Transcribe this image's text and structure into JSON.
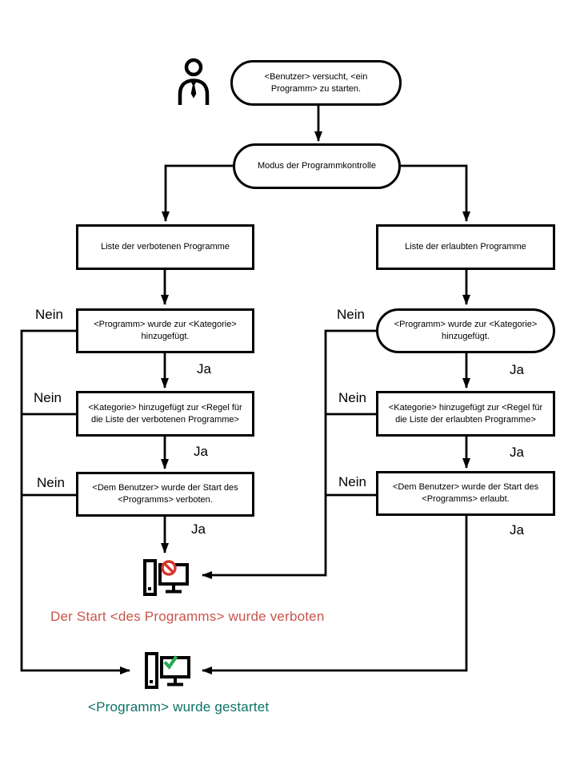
{
  "labels": {
    "yes": "Ja",
    "no": "Nein"
  },
  "nodes": {
    "start": "<Benutzer> versucht, <ein\nProgramm> zu starten.",
    "mode": "Modus der Programmkontrolle",
    "denied_list": "Liste der verbotenen Programme",
    "allowed_list": "Liste der erlaubten Programme",
    "denied_category": "<Programm> wurde zur <Kategorie>\nhinzugefügt.",
    "allowed_category": "<Programm> wurde zur <Kategorie>\nhinzugefügt.",
    "denied_rule": "<Kategorie> hinzugefügt zur <Regel für\ndie Liste der verbotenen Programme>",
    "allowed_rule": "<Kategorie> hinzugefügt zur <Regel für\ndie Liste der erlaubten Programme>",
    "denied_start": "<Dem Benutzer> wurde der Start des\n<Programms> verboten.",
    "allowed_start": "<Dem Benutzer> wurde der Start des\n<Programms> erlaubt."
  },
  "outcomes": {
    "blocked": "Der Start <des Programms> wurde verboten",
    "started": "<Programm> wurde gestartet"
  },
  "icons": {
    "user": "user-icon",
    "blocked_computer": "blocked-computer-icon",
    "allowed_computer": "allowed-computer-icon"
  },
  "colors": {
    "line": "#000000",
    "blocked_text": "#c9544d",
    "blocked_sign": "#d6352b",
    "allowed_text": "#0b7265",
    "allowed_check": "#27ab55"
  }
}
